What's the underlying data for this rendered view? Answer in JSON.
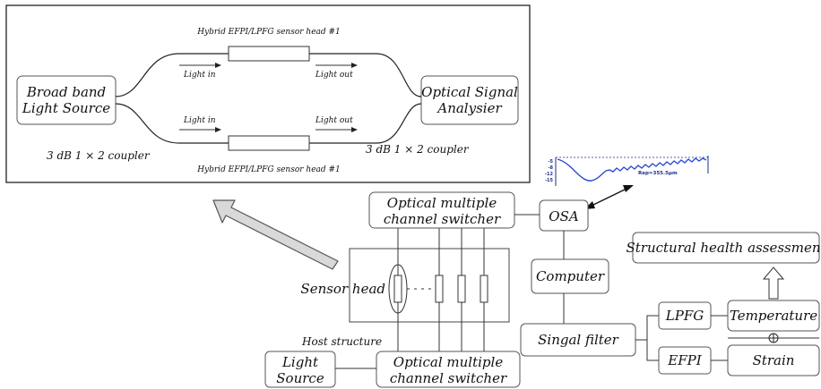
{
  "inset": {
    "sensor_head_top": "Hybrid EFPI/LPFG sensor head #1",
    "sensor_head_bottom": "Hybrid EFPI/LPFG sensor head #1",
    "broad_band_line1": "Broad band",
    "broad_band_line2": "Light Source",
    "osa_line1": "Optical Signal",
    "osa_line2": "Analysier",
    "light_in_top": "Light in",
    "light_out_top": "Light out",
    "light_in_bottom": "Light in",
    "light_out_bottom": "Light out",
    "coupler_left": "3 dB 1 × 2 coupler",
    "coupler_right": "3 dB 1 × 2 coupler"
  },
  "spectrum": {
    "ticks": [
      "-5",
      "-8",
      "-12",
      "-15"
    ],
    "readout": "Rep=355.5μm"
  },
  "main": {
    "optical_switcher_top_line1": "Optical multiple",
    "optical_switcher_top_line2": "channel switcher",
    "osa": "OSA",
    "computer": "Computer",
    "sensor_head": "Sensor head",
    "host_structure": "Host structure",
    "light_source_line1": "Light",
    "light_source_line2": "Source",
    "optical_switcher_bottom_line1": "Optical multiple",
    "optical_switcher_bottom_line2": "channel switcher",
    "signal_filter": "Singal filter",
    "lpfg": "LPFG",
    "efpi": "EFPI",
    "temperature": "Temperature",
    "strain": "Strain",
    "oplus": "⊕",
    "structural_health": "Structural health assessment"
  }
}
